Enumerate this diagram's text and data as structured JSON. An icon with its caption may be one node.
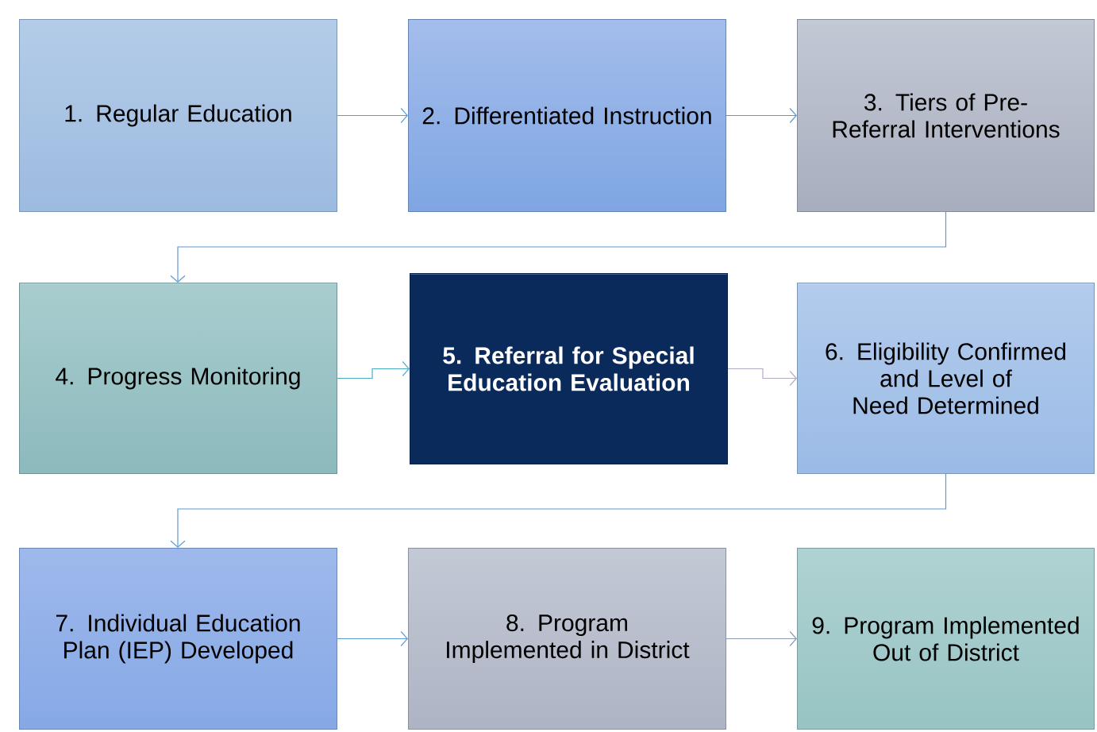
{
  "diagram": {
    "nodes": [
      {
        "text": [
          "1. Regular Education"
        ]
      },
      {
        "text": [
          "2. Differentiated Instruction"
        ]
      },
      {
        "text": [
          "3. Tiers of Pre-Referral Interventions"
        ]
      },
      {
        "text": [
          "4. Progress Monitoring"
        ]
      },
      {
        "text": [
          "5. Referral for Special Education Evaluation"
        ]
      },
      {
        "text": [
          "6. Eligibility Confirmed and Level of Need Determined"
        ]
      },
      {
        "text": [
          "7. Individual Education Plan (IEP) Developed"
        ]
      },
      {
        "text": [
          "8. Program Implemented in District"
        ]
      },
      {
        "text": [
          "9. Program Implemented Out of District"
        ]
      }
    ],
    "edges": [
      {
        "from": 0,
        "to": 1,
        "arrow": "to"
      },
      {
        "from": 1,
        "to": 2,
        "arrow": "to"
      },
      {
        "from": 2,
        "to": 3,
        "arrow": "to"
      },
      {
        "from": 3,
        "to": 4,
        "arrow": "to",
        "color": "#4bacc6"
      },
      {
        "from": 4,
        "to": 5,
        "arrow": "to",
        "color": "#b4aac4"
      },
      {
        "from": 5,
        "to": 6,
        "arrow": "to"
      },
      {
        "from": 6,
        "to": 7,
        "arrow": "to"
      },
      {
        "from": 7,
        "to": 8,
        "arrow": "to",
        "color": "#8c9ab4"
      }
    ]
  }
}
